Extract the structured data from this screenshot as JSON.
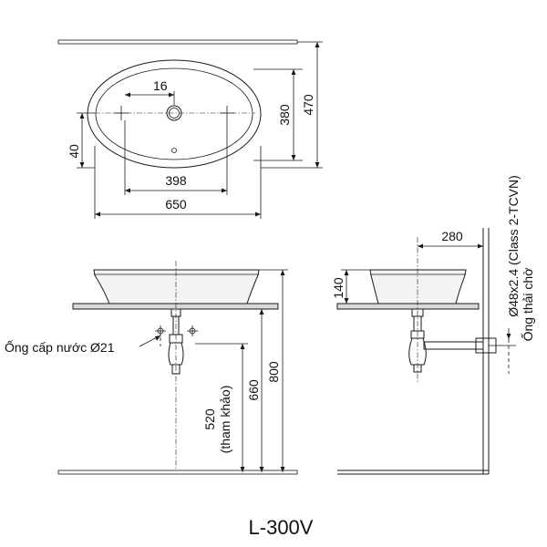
{
  "drawing": {
    "model_label": "L-300V",
    "top_view": {
      "dim_16": "16",
      "dim_380": "380",
      "dim_470": "470",
      "dim_40": "40",
      "dim_398": "398",
      "dim_650": "650"
    },
    "front_view": {
      "supply_label": "Ống cấp nước Ø21",
      "dim_520": "520",
      "dim_520_note": "(tham khảo)",
      "dim_660": "660",
      "dim_800": "800"
    },
    "side_view": {
      "dim_280": "280",
      "dim_140": "140",
      "drain_spec": "Ø48x2.4 (Class 2-TCVN)",
      "drain_label": "Ống thải chờ"
    }
  }
}
